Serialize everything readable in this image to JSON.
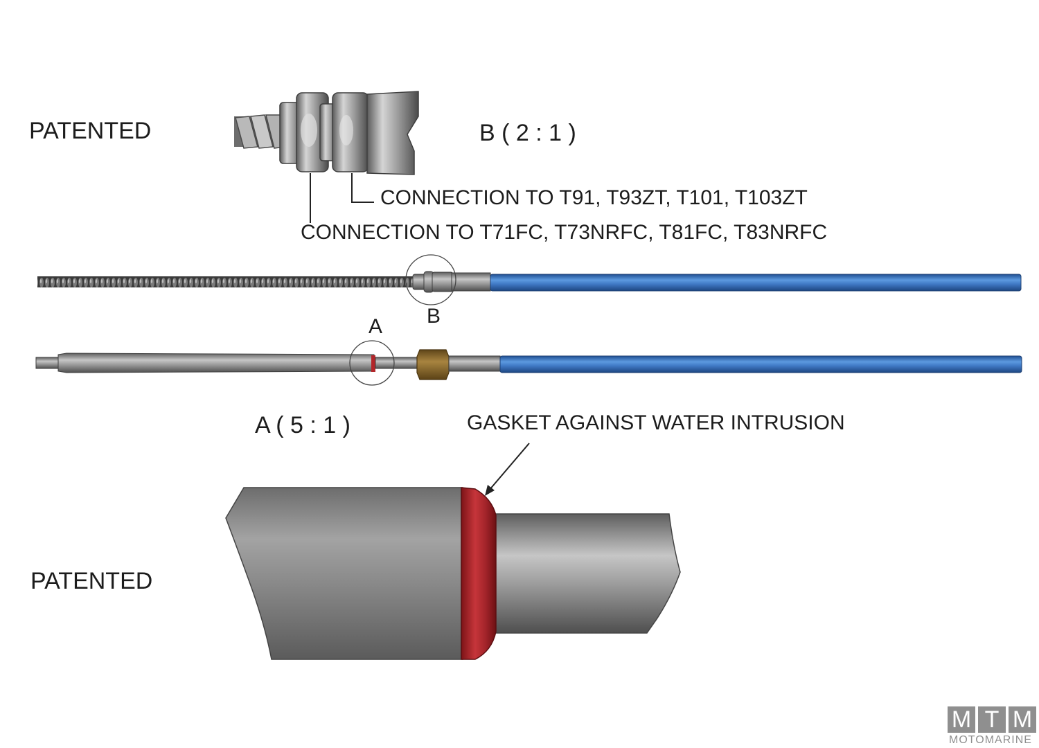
{
  "labels": {
    "patented_top": "PATENTED",
    "detail_b_title": "B ( 2 : 1 )",
    "connection_1": "CONNECTION TO T91, T93ZT, T101, T103ZT",
    "connection_2": "CONNECTION TO T71FC, T73NRFC, T81FC, T83NRFC",
    "marker_b": "B",
    "marker_a": "A",
    "detail_a_title": "A ( 5 : 1 )",
    "gasket": "GASKET AGAINST WATER INTRUSION",
    "patented_bottom": "PATENTED"
  },
  "logo": {
    "letters": [
      "M",
      "T",
      "M"
    ],
    "subtitle": "MOTOMARINE"
  },
  "colors": {
    "cable_blue": "#3f78c4",
    "steel_gray": "#8c8c8c",
    "gasket_red": "#b3262a",
    "nut_bronze": "#8a6a2e",
    "logo_gray": "#8f8f8f"
  }
}
